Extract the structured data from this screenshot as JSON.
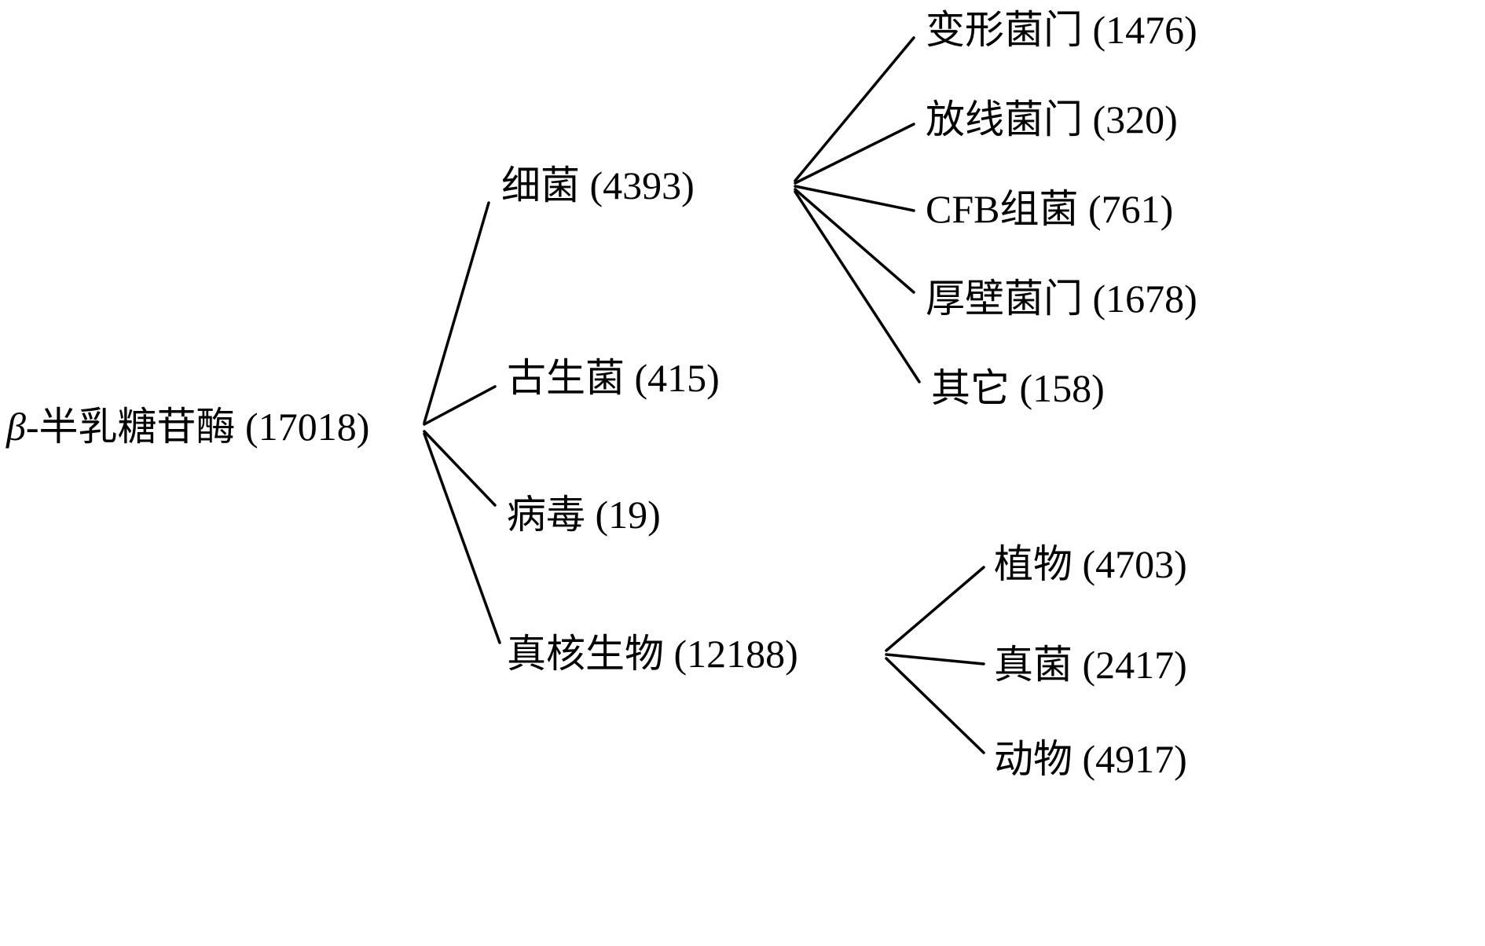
{
  "diagram": {
    "root": {
      "symbol": "β",
      "rest": "-半乳糖苷酶 (17018)",
      "name": "β-半乳糖苷酶",
      "count": 17018,
      "children": [
        {
          "label": "细菌 (4393)",
          "name": "细菌",
          "count": 4393,
          "children": [
            {
              "label": "变形菌门 (1476)",
              "name": "变形菌门",
              "count": 1476
            },
            {
              "label": "放线菌门 (320)",
              "name": "放线菌门",
              "count": 320
            },
            {
              "label": "CFB组菌 (761)",
              "name": "CFB组菌",
              "count": 761
            },
            {
              "label": "厚壁菌门 (1678)",
              "name": "厚壁菌门",
              "count": 1678
            },
            {
              "label": "其它 (158)",
              "name": "其它",
              "count": 158
            }
          ]
        },
        {
          "label": "古生菌 (415)",
          "name": "古生菌",
          "count": 415
        },
        {
          "label": "病毒 (19)",
          "name": "病毒",
          "count": 19
        },
        {
          "label": "真核生物 (12188)",
          "name": "真核生物",
          "count": 12188,
          "children": [
            {
              "label": "植物 (4703)",
              "name": "植物",
              "count": 4703
            },
            {
              "label": "真菌 (2417)",
              "name": "真菌",
              "count": 2417
            },
            {
              "label": "动物 (4917)",
              "name": "动物",
              "count": 4917
            }
          ]
        }
      ]
    }
  }
}
